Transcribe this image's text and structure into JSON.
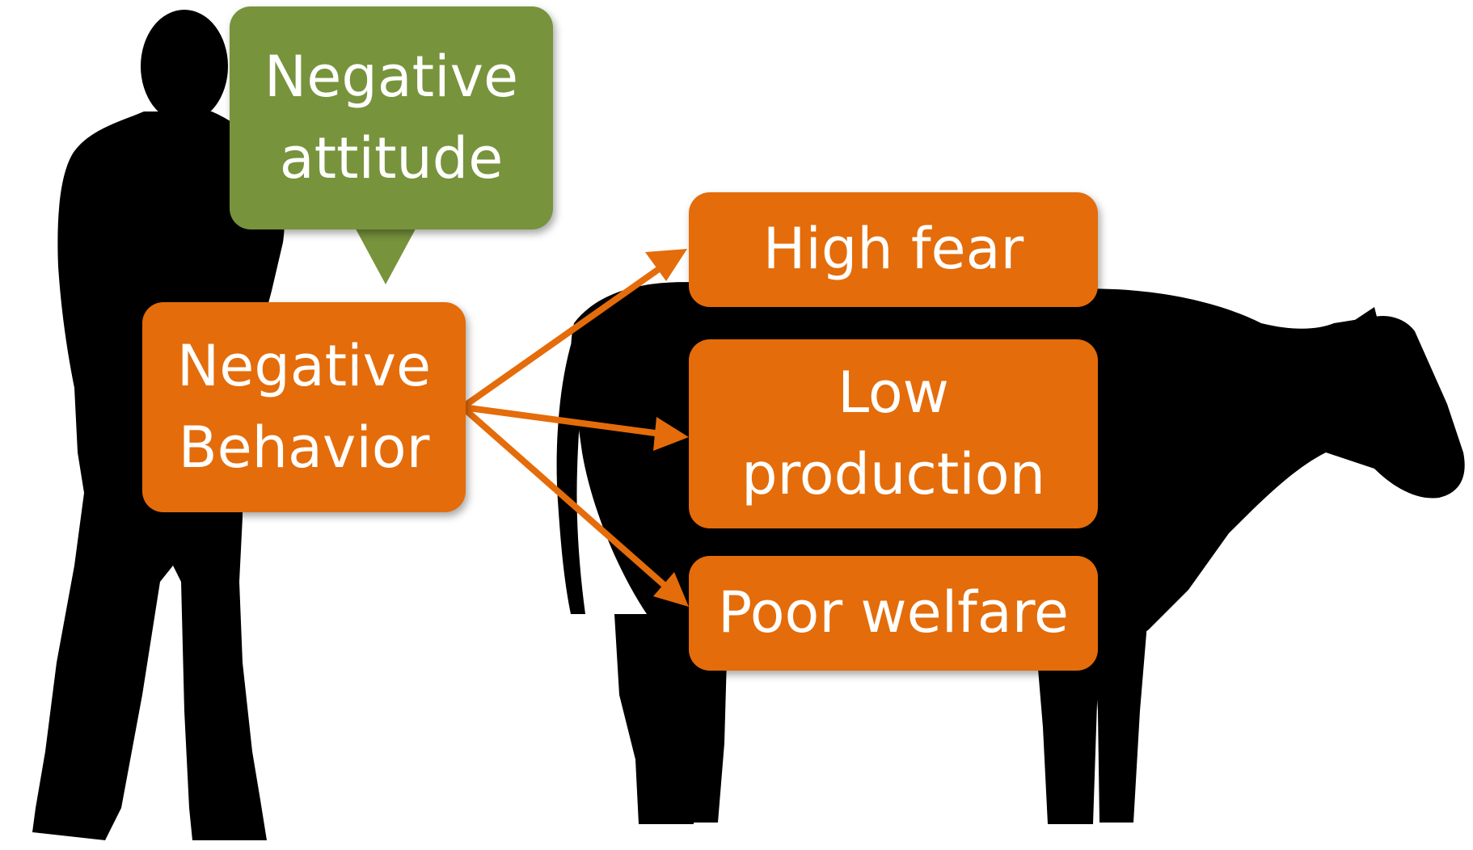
{
  "diagram": {
    "attitude": {
      "line1": "Negative",
      "line2": "attitude"
    },
    "behavior": {
      "line1": "Negative",
      "line2": "Behavior"
    },
    "outcomes": {
      "fear": "High fear",
      "production": {
        "line1": "Low",
        "line2": "production"
      },
      "welfare": "Poor welfare"
    }
  },
  "colors": {
    "orange": "#e46c0a",
    "green": "#77933c",
    "silhouette": "#000000"
  },
  "icons": {
    "person": "person-silhouette-icon",
    "cow": "cow-silhouette-icon"
  }
}
